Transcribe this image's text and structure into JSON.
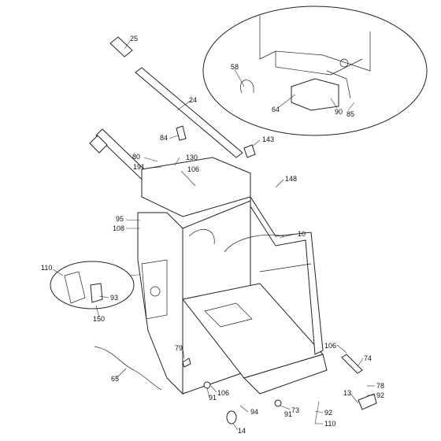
{
  "callouts": {
    "c25": "25",
    "c24": "24",
    "c58": "58",
    "c64": "64",
    "c90": "90",
    "c85": "85",
    "c84": "84",
    "c130": "130",
    "c143": "143",
    "c80": "80",
    "c191": "191",
    "c106a": "106",
    "c148": "148",
    "c95": "95",
    "c108": "108",
    "c10": "10",
    "c110a": "110",
    "c93": "93",
    "c150": "150",
    "c79": "79",
    "c65": "65",
    "c106b": "106",
    "c74": "74",
    "c78": "78",
    "c92a": "92",
    "c13": "13",
    "c91a": "91",
    "c106c": "106",
    "c73": "73",
    "c91b": "91",
    "c92b": "92",
    "c94": "94",
    "c110b": "110",
    "c14": "14"
  }
}
